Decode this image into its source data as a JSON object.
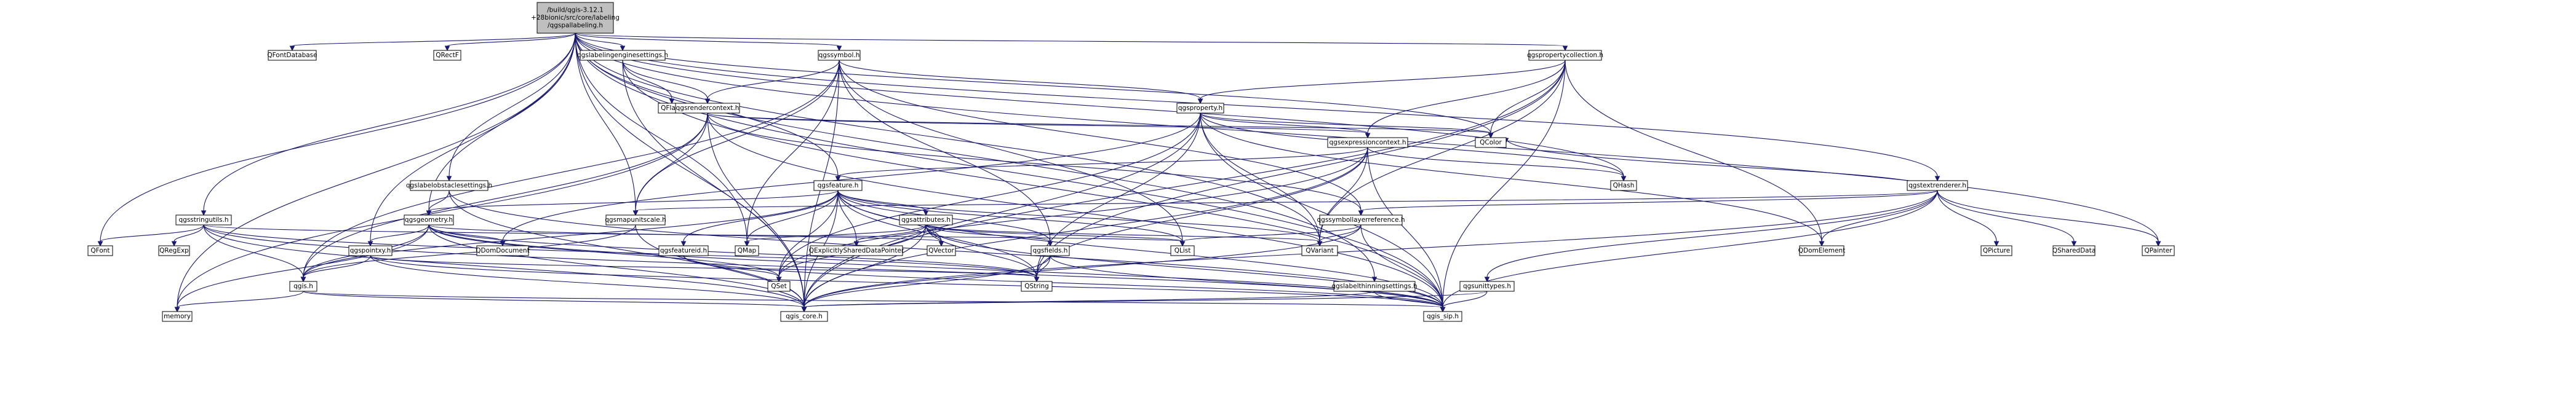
{
  "diagram": {
    "colors": {
      "edge": "#191970",
      "edge_red": "#c80000",
      "node_fill": "#ffffff",
      "root_fill": "#bfbfbf",
      "border_red": "#ff0000"
    },
    "nodes": [
      {
        "id": "root",
        "lines": [
          "/build/qgis-3.12.1",
          "+28bionic/src/core/labeling",
          "/qgspallabeling.h"
        ],
        "fill": "root"
      },
      {
        "id": "qfontdatabase",
        "lines": [
          "QFontDatabase"
        ]
      },
      {
        "id": "qrectf",
        "lines": [
          "QRectF"
        ]
      },
      {
        "id": "qgslabelingenginesettings",
        "lines": [
          "qgslabelingenginesettings.h"
        ]
      },
      {
        "id": "qgssymbol",
        "lines": [
          "qgssymbol.h"
        ]
      },
      {
        "id": "qgspropertycollection",
        "lines": [
          "qgspropertycollection.h"
        ]
      },
      {
        "id": "qflags",
        "lines": [
          "QFlags"
        ]
      },
      {
        "id": "qgsrendercontext",
        "lines": [
          "qgsrendercontext.h"
        ],
        "red": true
      },
      {
        "id": "qgsproperty",
        "lines": [
          "qgsproperty.h"
        ],
        "red": true
      },
      {
        "id": "qgsexpressioncontext",
        "lines": [
          "qgsexpressioncontext.h"
        ],
        "red": true
      },
      {
        "id": "qcolor",
        "lines": [
          "QColor"
        ]
      },
      {
        "id": "qhash",
        "lines": [
          "QHash"
        ]
      },
      {
        "id": "qdomelement",
        "lines": [
          "QDomElement"
        ]
      },
      {
        "id": "qgslabelobstaclesettings",
        "lines": [
          "qgslabelobstaclesettings.h"
        ]
      },
      {
        "id": "qgsfeature",
        "lines": [
          "qgsfeature.h"
        ]
      },
      {
        "id": "qgstextrenderer",
        "lines": [
          "qgstextrenderer.h"
        ]
      },
      {
        "id": "qpicture",
        "lines": [
          "QPicture"
        ]
      },
      {
        "id": "qshareddata",
        "lines": [
          "QSharedData"
        ]
      },
      {
        "id": "qpainter",
        "lines": [
          "QPainter"
        ]
      },
      {
        "id": "qgsstringutils",
        "lines": [
          "qgsstringutils.h"
        ]
      },
      {
        "id": "qgsgeometry",
        "lines": [
          "qgsgeometry.h"
        ],
        "red": true
      },
      {
        "id": "qgsmapunitscale",
        "lines": [
          "qgsmapunitscale.h"
        ],
        "red": true
      },
      {
        "id": "qgsattributes",
        "lines": [
          "qgsattributes.h"
        ]
      },
      {
        "id": "qgssymbollayerreference",
        "lines": [
          "qgssymbollayerreference.h"
        ]
      },
      {
        "id": "qfont",
        "lines": [
          "QFont"
        ]
      },
      {
        "id": "qregexp",
        "lines": [
          "QRegExp"
        ]
      },
      {
        "id": "qgspointxy",
        "lines": [
          "qgspointxy.h"
        ],
        "red": true
      },
      {
        "id": "qdomdocument",
        "lines": [
          "QDomDocument"
        ]
      },
      {
        "id": "qgsfeatureid",
        "lines": [
          "qgsfeatureid.h"
        ]
      },
      {
        "id": "qmap",
        "lines": [
          "QMap"
        ]
      },
      {
        "id": "qexplicitlyshareddatapointer",
        "lines": [
          "QExplicitlySharedDataPointer"
        ]
      },
      {
        "id": "qvector",
        "lines": [
          "QVector"
        ]
      },
      {
        "id": "qgsfields",
        "lines": [
          "qgsfields.h"
        ],
        "red": true
      },
      {
        "id": "qlist",
        "lines": [
          "QList"
        ]
      },
      {
        "id": "qvariant",
        "lines": [
          "QVariant"
        ]
      },
      {
        "id": "qgis",
        "lines": [
          "qgis.h"
        ],
        "red": true
      },
      {
        "id": "qset",
        "lines": [
          "QSet"
        ]
      },
      {
        "id": "qstring",
        "lines": [
          "QString"
        ]
      },
      {
        "id": "qgslabelthinningsettings",
        "lines": [
          "qgslabelthinningsettings.h"
        ]
      },
      {
        "id": "qgsunittypes",
        "lines": [
          "qgsunittypes.h"
        ],
        "red": true
      },
      {
        "id": "memory",
        "lines": [
          "memory"
        ]
      },
      {
        "id": "qgis_core",
        "lines": [
          "qgis_core.h"
        ]
      },
      {
        "id": "qgis_sip",
        "lines": [
          "qgis_sip.h"
        ]
      }
    ]
  }
}
